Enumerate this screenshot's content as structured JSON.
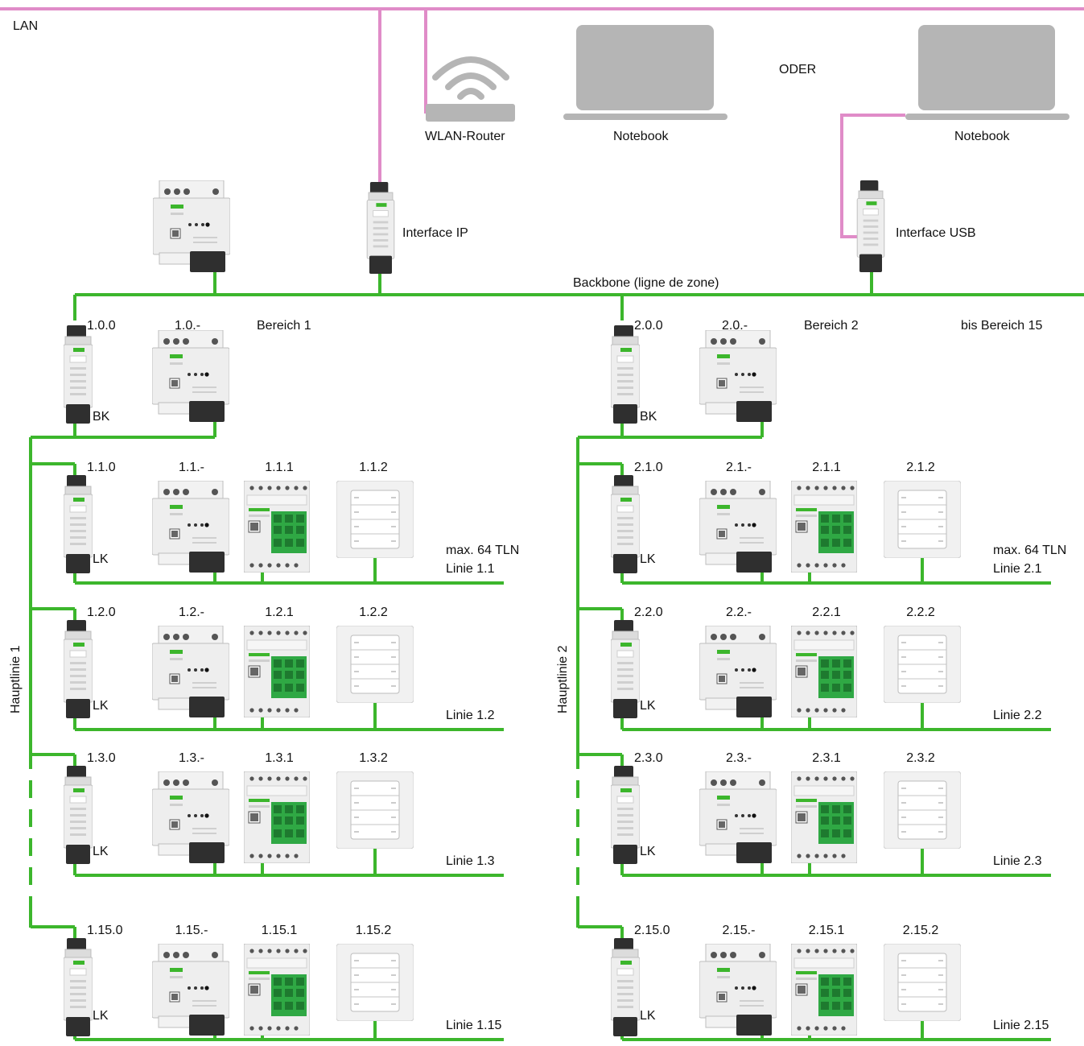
{
  "top": {
    "lan_label": "LAN",
    "router_label": "WLAN-Router",
    "notebook_label": "Notebook",
    "oder_label": "ODER",
    "notebook2_label": "Notebook",
    "interface_ip_label": "Interface IP",
    "interface_usb_label": "Interface USB",
    "backbone_label": "Backbone",
    "backbone_suffix": " (ligne de zone)",
    "bis_bereich_label": "bis Bereich 15"
  },
  "areas": [
    {
      "bereich_label": "Bereich 1",
      "hauptlinie_label": "Hauptlinie 1",
      "bk": {
        "addr": "1.0.0",
        "tag": "BK"
      },
      "ps_addr": "1.0.-",
      "lines": [
        {
          "lk_addr": "1.1.0",
          "lk_tag": "LK",
          "ps_addr": "1.1.-",
          "act_addr": "1.1.1",
          "sw_addr": "1.1.2",
          "max_label": "max. 64 TLN",
          "line_label": "Linie 1.1"
        },
        {
          "lk_addr": "1.2.0",
          "lk_tag": "LK",
          "ps_addr": "1.2.-",
          "act_addr": "1.2.1",
          "sw_addr": "1.2.2",
          "max_label": "",
          "line_label": "Linie 1.2"
        },
        {
          "lk_addr": "1.3.0",
          "lk_tag": "LK",
          "ps_addr": "1.3.-",
          "act_addr": "1.3.1",
          "sw_addr": "1.3.2",
          "max_label": "",
          "line_label": "Linie 1.3"
        },
        {
          "lk_addr": "1.15.0",
          "lk_tag": "LK",
          "ps_addr": "1.15.-",
          "act_addr": "1.15.1",
          "sw_addr": "1.15.2",
          "max_label": "",
          "line_label": "Linie 1.15"
        }
      ]
    },
    {
      "bereich_label": "Bereich 2",
      "hauptlinie_label": "Hauptlinie 2",
      "bk": {
        "addr": "2.0.0",
        "tag": "BK"
      },
      "ps_addr": "2.0.-",
      "lines": [
        {
          "lk_addr": "2.1.0",
          "lk_tag": "LK",
          "ps_addr": "2.1.-",
          "act_addr": "2.1.1",
          "sw_addr": "2.1.2",
          "max_label": "max. 64 TLN",
          "line_label": "Linie 2.1"
        },
        {
          "lk_addr": "2.2.0",
          "lk_tag": "LK",
          "ps_addr": "2.2.-",
          "act_addr": "2.2.1",
          "sw_addr": "2.2.2",
          "max_label": "",
          "line_label": "Linie 2.2"
        },
        {
          "lk_addr": "2.3.0",
          "lk_tag": "LK",
          "ps_addr": "2.3.-",
          "act_addr": "2.3.1",
          "sw_addr": "2.3.2",
          "max_label": "",
          "line_label": "Linie 2.3"
        },
        {
          "lk_addr": "2.15.0",
          "lk_tag": "LK",
          "ps_addr": "2.15.-",
          "act_addr": "2.15.1",
          "sw_addr": "2.15.2",
          "max_label": "",
          "line_label": "Linie 2.15"
        }
      ]
    }
  ],
  "colors": {
    "bus": "#3cb62c",
    "lan": "#e08cc8",
    "device_body": "#eeeeee",
    "device_stroke": "#bdbdbd",
    "terminal": "#2f2f2f",
    "terminal_green": "#2fa844",
    "laptop": "#b5b5b5"
  }
}
